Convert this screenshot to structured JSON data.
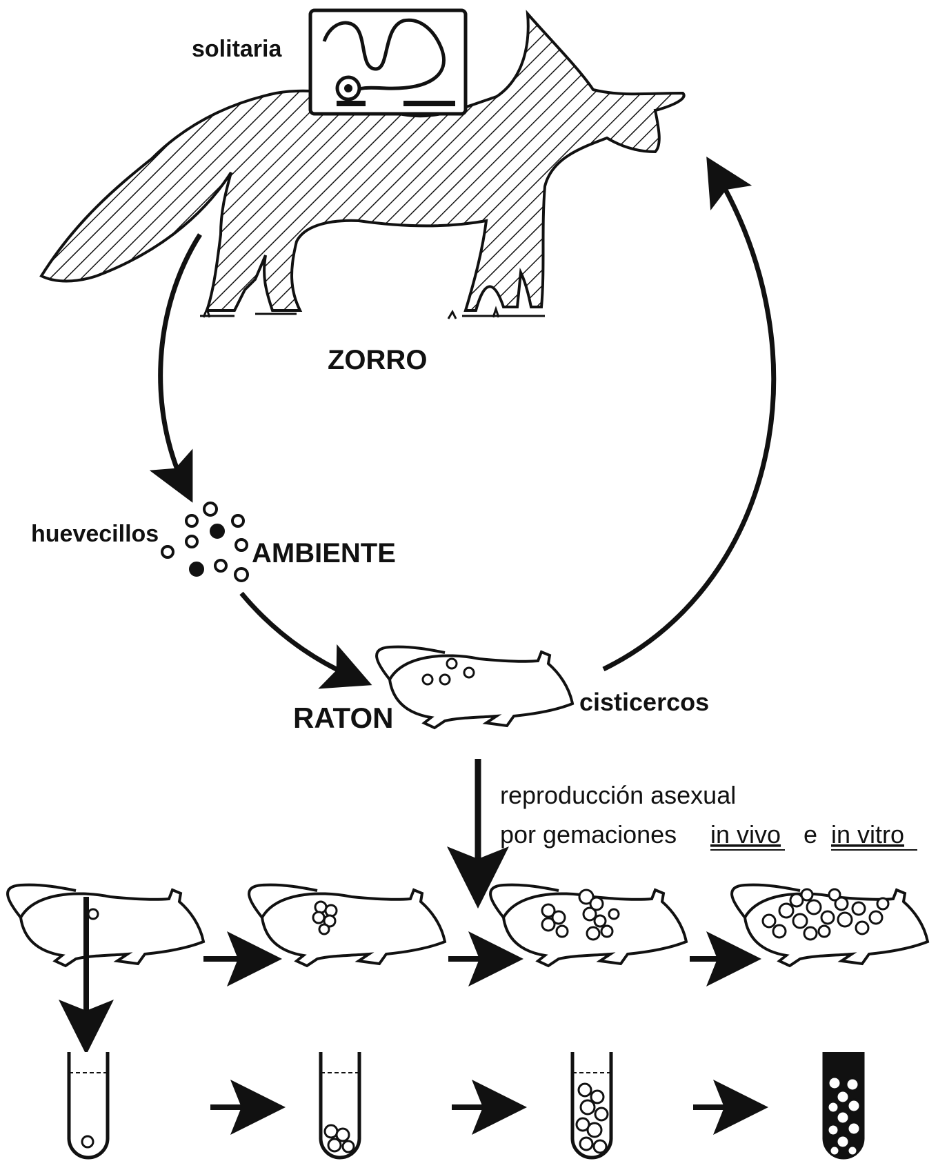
{
  "labels": {
    "solitaria": "solitaria",
    "zorro": "ZORRO",
    "huevecillos": "huevecillos",
    "ambiente": "AMBIENTE",
    "raton": "RATON",
    "cisticercos": "cisticercos",
    "reproduccion_line1": "reproducción asexual",
    "reproduccion_line2_a": "por gemaciones",
    "reproduccion_line2_in_vivo": "in vivo",
    "reproduccion_line2_e": "e",
    "reproduccion_line2_in_vitro": "in vitro"
  },
  "colors": {
    "ink": "#111111",
    "paper": "#ffffff"
  }
}
